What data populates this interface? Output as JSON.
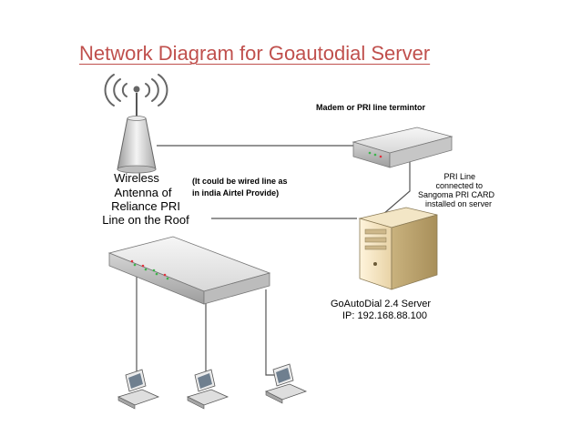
{
  "title": "Network Diagram for Goautodial Server",
  "labels": {
    "modem": "Madem or PRI line termintor",
    "antenna": [
      "Wireless",
      "Antenna of",
      "Reliance PRI",
      "Line on the Roof"
    ],
    "note": [
      "(It could be wired line as",
      "in india Airtel Provide)"
    ],
    "pri_line": [
      "PRI Line",
      "connected to",
      "Sangoma PRI CARD",
      "installed on server"
    ],
    "server": [
      "GoAutoDial 2.4 Server",
      "IP: 192.168.88.100"
    ]
  },
  "colors": {
    "title": "#c0504d",
    "line": "#555555",
    "led_green": "#3cb44b",
    "led_red": "#e0303c"
  },
  "icons": [
    "wireless-signal-icon",
    "antenna-icon",
    "modem-icon",
    "server-tower-icon",
    "switch-icon",
    "workstation-icon"
  ]
}
